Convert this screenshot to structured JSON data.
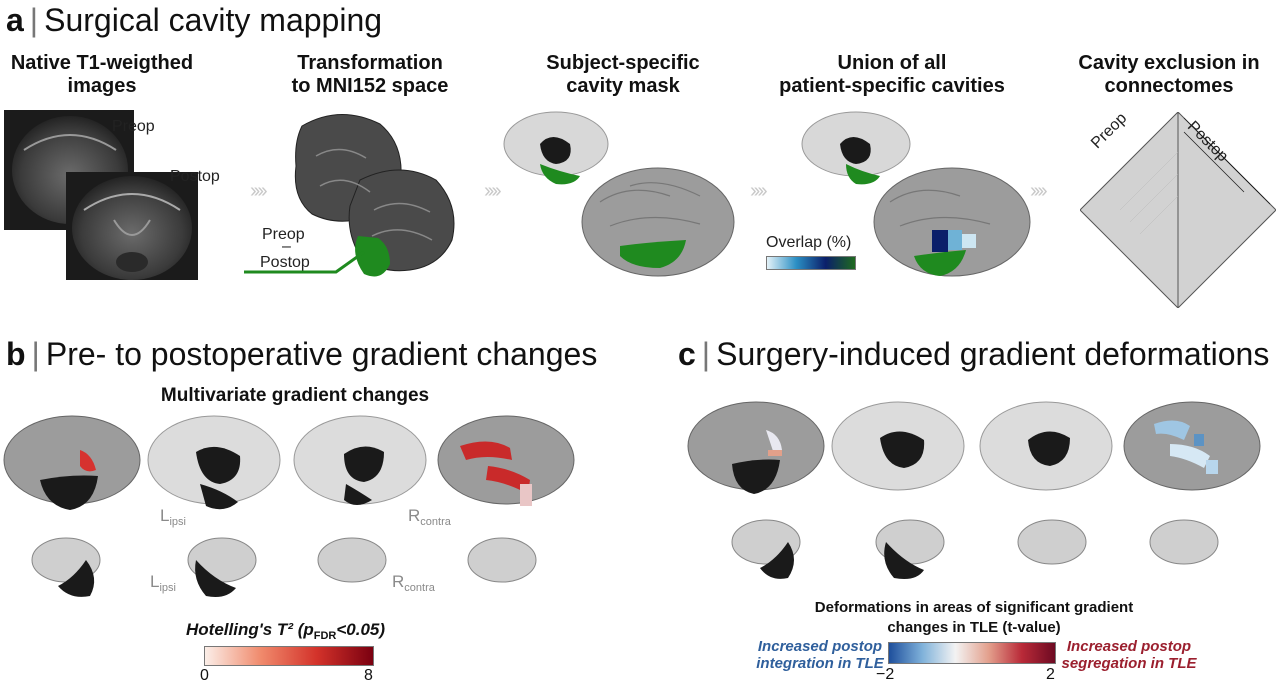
{
  "panel_a": {
    "letter": "a",
    "title": "Surgical cavity mapping",
    "steps": [
      "Native T1-weigthed\nimages",
      "Transformation\nto MNI152 space",
      "Subject-specific\ncavity mask",
      "Union of all\npatient-specific cavities",
      "Cavity exclusion in\nconnectomes"
    ],
    "preop": "Preop",
    "postop": "Postop",
    "minus_label_top": "Preop",
    "minus_sign": "–",
    "minus_label_bottom": "Postop",
    "overlap_label": "Overlap (%)",
    "matrix_preop": "Preop",
    "matrix_postop": "Postop",
    "arrow": "››››"
  },
  "panel_b": {
    "letter": "b",
    "title": "Pre- to postoperative gradient changes",
    "subtitle": "Multivariate gradient changes",
    "l_main": "L",
    "l_sub": "ipsi",
    "r_main": "R",
    "r_sub": "contra",
    "stat_label": "Hotelling's T² (p",
    "stat_sub": "FDR",
    "stat_tail": "<0.05)",
    "cbar_min": "0",
    "cbar_max": "8"
  },
  "panel_c": {
    "letter": "c",
    "title": "Surgery-induced gradient deformations",
    "caption_line1": "Deformations in areas of significant gradient",
    "caption_line2": "changes in TLE (t-value)",
    "left_note": "Increased postop\nintegration in TLE",
    "right_note": "Increased postop\nsegregation in TLE",
    "cbar_min": "−2",
    "cbar_max": "2"
  },
  "colors": {
    "cavity_green": "#1f8a1f",
    "hotelling_low": "#fbeee8",
    "hotelling_high": "#7a0010",
    "tvalue_low": "#1e4f9c",
    "tvalue_high": "#6d0a22"
  }
}
